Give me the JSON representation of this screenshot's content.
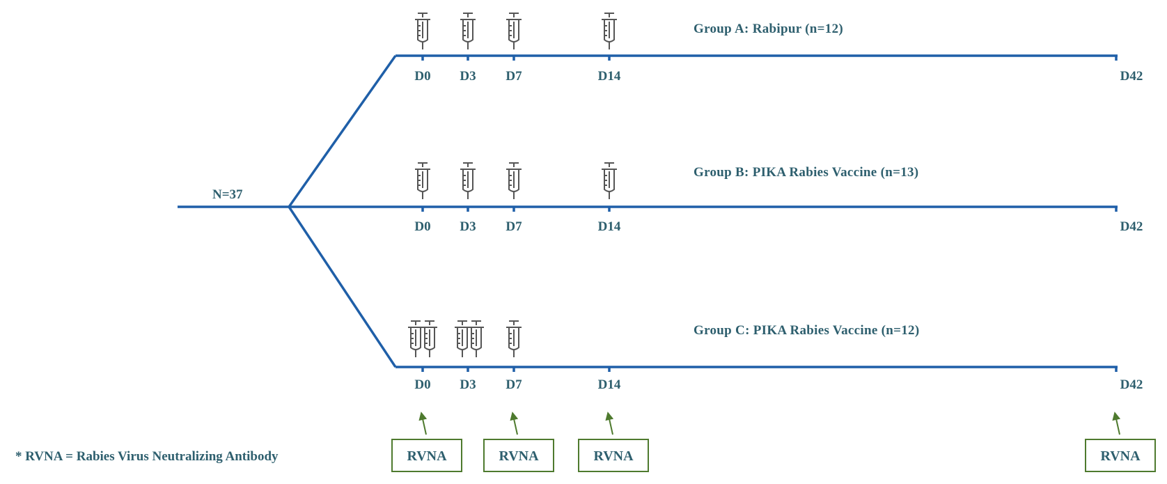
{
  "diagram": {
    "total": "N=37",
    "groups": [
      {
        "id": "a",
        "label": "Group A: Rabipur (n=12)"
      },
      {
        "id": "b",
        "label": "Group B: PIKA Rabies Vaccine (n=13)"
      },
      {
        "id": "c",
        "label": "Group C: PIKA Rabies Vaccine (n=12)"
      }
    ],
    "days": [
      "D0",
      "D3",
      "D7",
      "D14",
      "D42"
    ],
    "rvna_label": "RVNA",
    "footnote": "* RVNA = Rabies Virus Neutralizing Antibody"
  },
  "colors": {
    "timeline": "#1f5fa8",
    "text": "#2e5f6e",
    "rvna_accent": "#4e7a2e",
    "syringe": "#555555"
  },
  "icons": [
    "syringe-icon",
    "arrow-up-icon"
  ]
}
